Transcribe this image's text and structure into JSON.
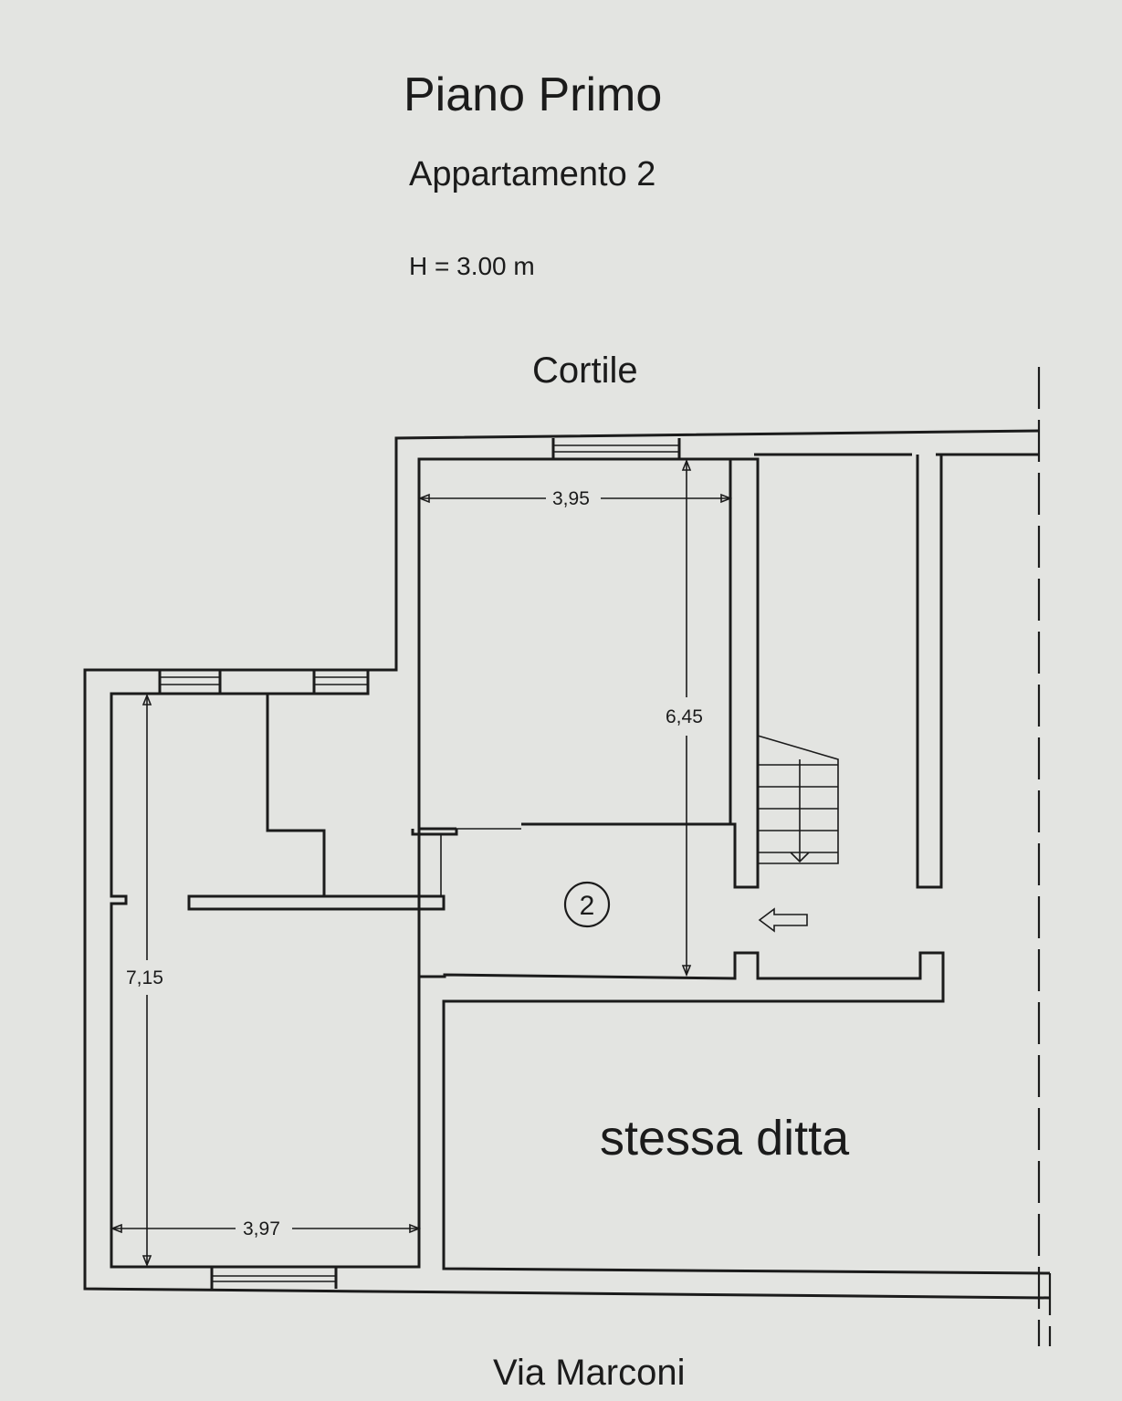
{
  "header": {
    "title": "Piano Primo",
    "subtitle": "Appartamento 2",
    "height_label": "H = 3.00 m"
  },
  "orientation": {
    "top_label": "Cortile",
    "bottom_label": "Via Marconi"
  },
  "plan": {
    "unit_number": "2",
    "neighbour_label": "stessa ditta",
    "dimensions": {
      "top_room_width": "3,95",
      "top_room_depth": "6,45",
      "left_room_depth": "7,15",
      "left_room_width": "3,97"
    }
  }
}
